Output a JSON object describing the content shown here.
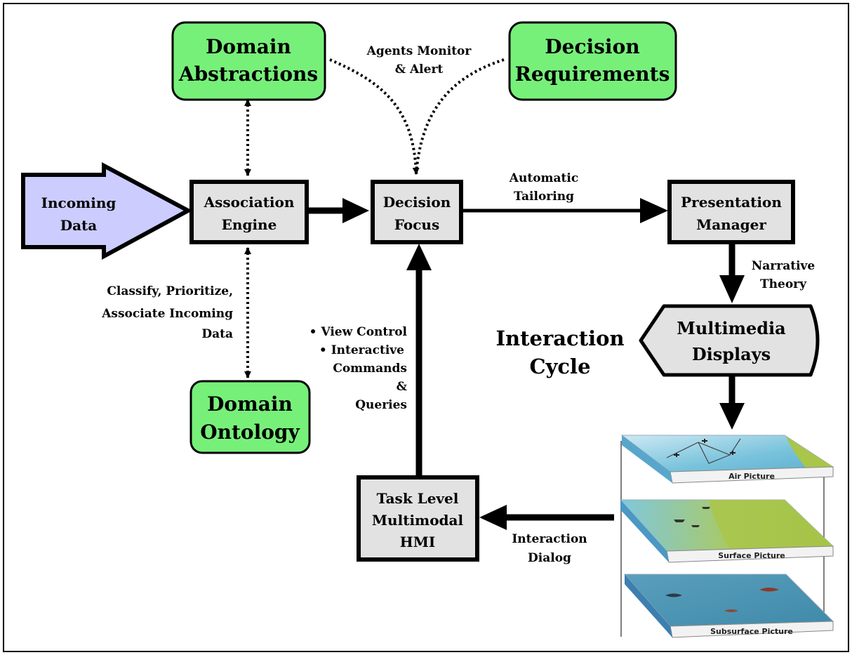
{
  "nodes": {
    "domain_abstractions": [
      "Domain",
      "Abstractions"
    ],
    "decision_requirements": [
      "Decision",
      "Requirements"
    ],
    "incoming_data": [
      "Incoming",
      "Data"
    ],
    "association_engine": [
      "Association",
      "Engine"
    ],
    "decision_focus": [
      "Decision",
      "Focus"
    ],
    "presentation_manager": [
      "Presentation",
      "Manager"
    ],
    "domain_ontology": [
      "Domain",
      "Ontology"
    ],
    "multimedia_displays": [
      "Multimedia",
      "Displays"
    ],
    "task_level_hmi": [
      "Task Level",
      "Multimodal",
      "HMI"
    ]
  },
  "edge_labels": {
    "agents_monitor": [
      "Agents Monitor",
      "& Alert"
    ],
    "automatic_tailoring": [
      "Automatic",
      "Tailoring"
    ],
    "narrative_theory": [
      "Narrative",
      "Theory"
    ],
    "classify": [
      "Classify, Prioritize,",
      "Associate Incoming",
      "Data"
    ],
    "view_control": [
      "• View Control",
      "• Interactive",
      "Commands",
      "&",
      "Queries"
    ],
    "interaction_dialog": [
      "Interaction",
      "Dialog"
    ]
  },
  "interaction_cycle": [
    "Interaction",
    "Cycle"
  ],
  "layers": {
    "air": "Air Picture",
    "surface": "Surface Picture",
    "subsurface": "Subsurface Picture"
  },
  "colors": {
    "green_box": "#77f07a",
    "gray_box": "#e2e2e2",
    "blue_arrow": "#ccccff",
    "stroke": "#000000"
  }
}
